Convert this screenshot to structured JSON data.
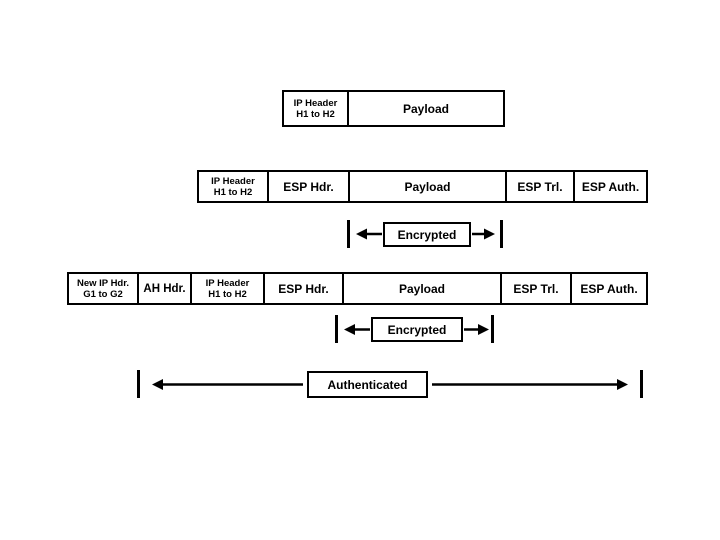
{
  "canvas": {
    "background": "#ffffff",
    "ink": "#000000"
  },
  "packet_rows": [
    {
      "name": "original-packet",
      "cells": [
        {
          "id": "ip-header",
          "lines": [
            "IP Header",
            "H1 to H2"
          ]
        },
        {
          "id": "payload",
          "lines": [
            "Payload"
          ]
        }
      ]
    },
    {
      "name": "esp-packet",
      "cells": [
        {
          "id": "ip-header",
          "lines": [
            "IP Header",
            "H1 to H2"
          ]
        },
        {
          "id": "esp-hdr",
          "lines": [
            "ESP Hdr."
          ]
        },
        {
          "id": "payload",
          "lines": [
            "Payload"
          ]
        },
        {
          "id": "esp-trl",
          "lines": [
            "ESP Trl."
          ]
        },
        {
          "id": "esp-auth",
          "lines": [
            "ESP Auth."
          ]
        }
      ]
    },
    {
      "name": "ah-esp-tunnel-packet",
      "cells": [
        {
          "id": "new-ip-hdr",
          "lines": [
            "New IP Hdr.",
            "G1 to G2"
          ]
        },
        {
          "id": "ah-hdr",
          "lines": [
            "AH Hdr."
          ]
        },
        {
          "id": "ip-header",
          "lines": [
            "IP Header",
            "H1 to H2"
          ]
        },
        {
          "id": "esp-hdr",
          "lines": [
            "ESP Hdr."
          ]
        },
        {
          "id": "payload",
          "lines": [
            "Payload"
          ]
        },
        {
          "id": "esp-trl",
          "lines": [
            "ESP Trl."
          ]
        },
        {
          "id": "esp-auth",
          "lines": [
            "ESP Auth."
          ]
        }
      ]
    }
  ],
  "annotations": [
    {
      "id": "encrypted-esp",
      "label": "Encrypted"
    },
    {
      "id": "encrypted-ah-esp",
      "label": "Encrypted"
    },
    {
      "id": "authenticated",
      "label": "Authenticated"
    }
  ]
}
